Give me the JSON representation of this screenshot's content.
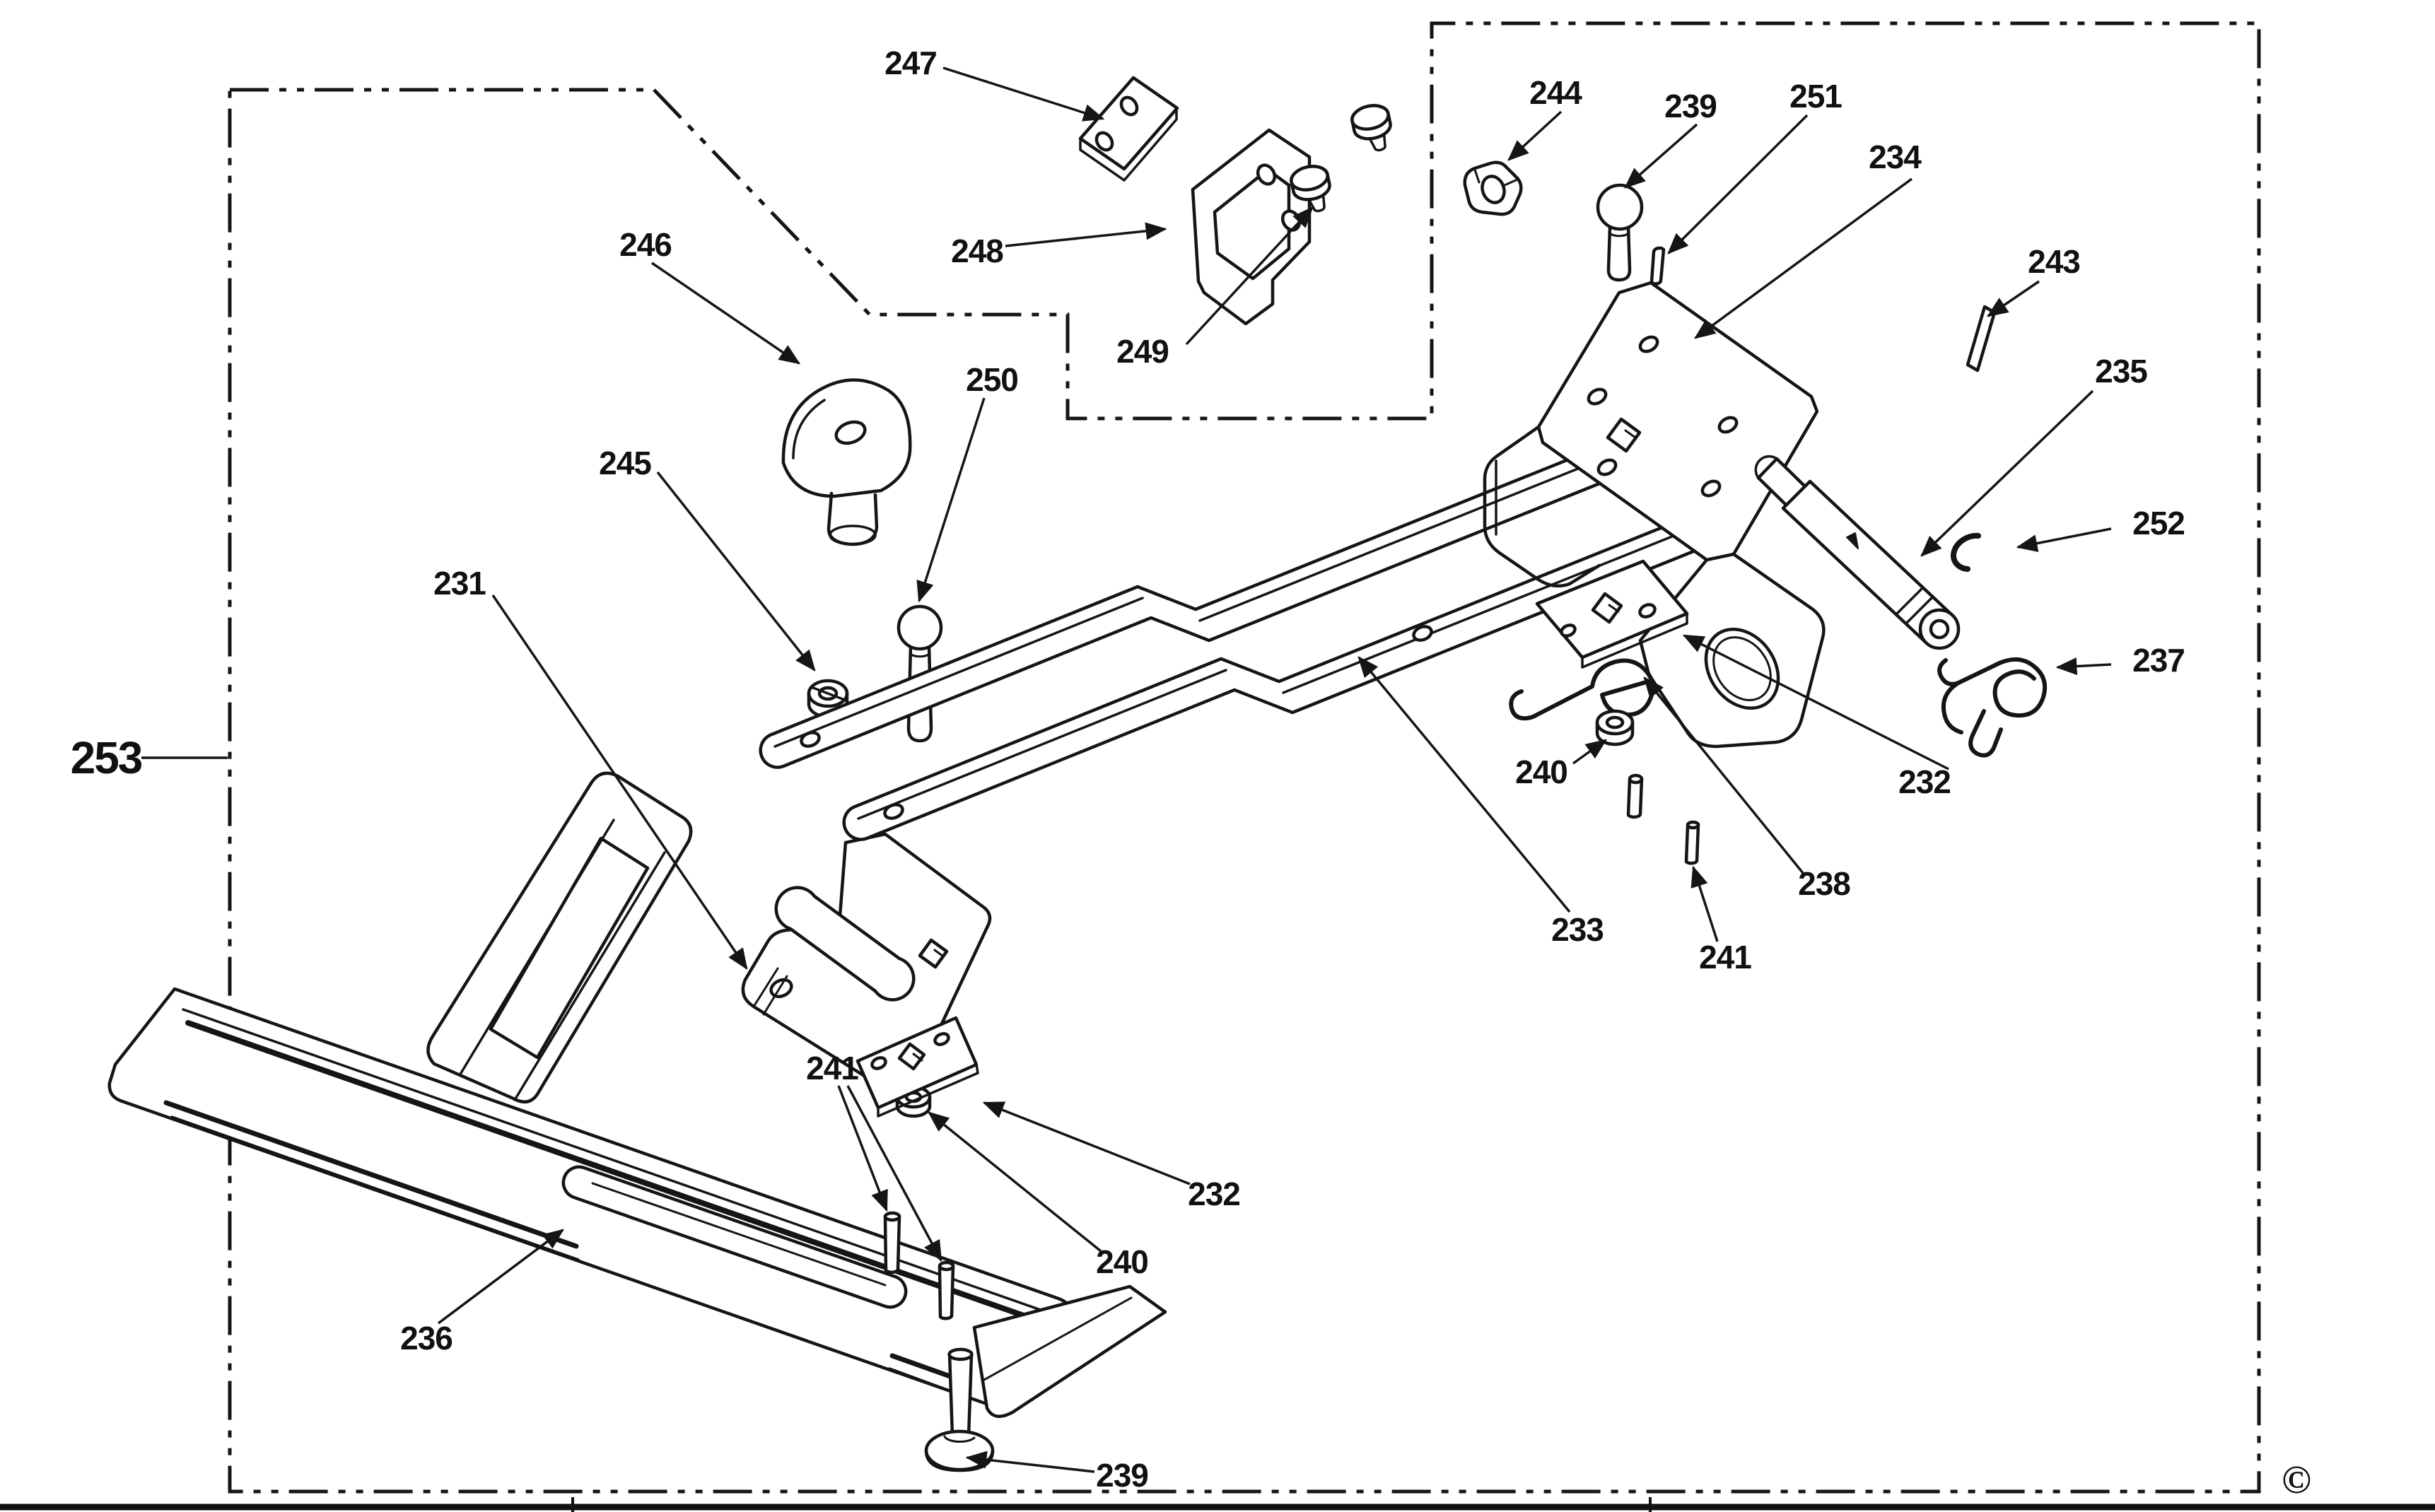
{
  "figure": {
    "labels": {
      "253": "253",
      "247": "247",
      "248": "248",
      "249": "249",
      "250": "250",
      "246": "246",
      "245": "245",
      "231": "231",
      "244": "244",
      "239_top": "239",
      "251": "251",
      "234": "234",
      "243": "243",
      "235": "235",
      "252": "252",
      "237": "237",
      "232_right": "232",
      "240_right": "240",
      "238": "238",
      "233": "233",
      "241_right": "241",
      "241_bottom": "241",
      "232_bottom": "232",
      "240_bottom": "240",
      "236": "236",
      "239_bottom": "239"
    },
    "copyright": "©",
    "part_numbers_shown": [
      "231",
      "232",
      "233",
      "234",
      "235",
      "236",
      "237",
      "238",
      "239",
      "240",
      "241",
      "243",
      "244",
      "245",
      "246",
      "247",
      "248",
      "249",
      "250",
      "251",
      "252",
      "253"
    ]
  }
}
